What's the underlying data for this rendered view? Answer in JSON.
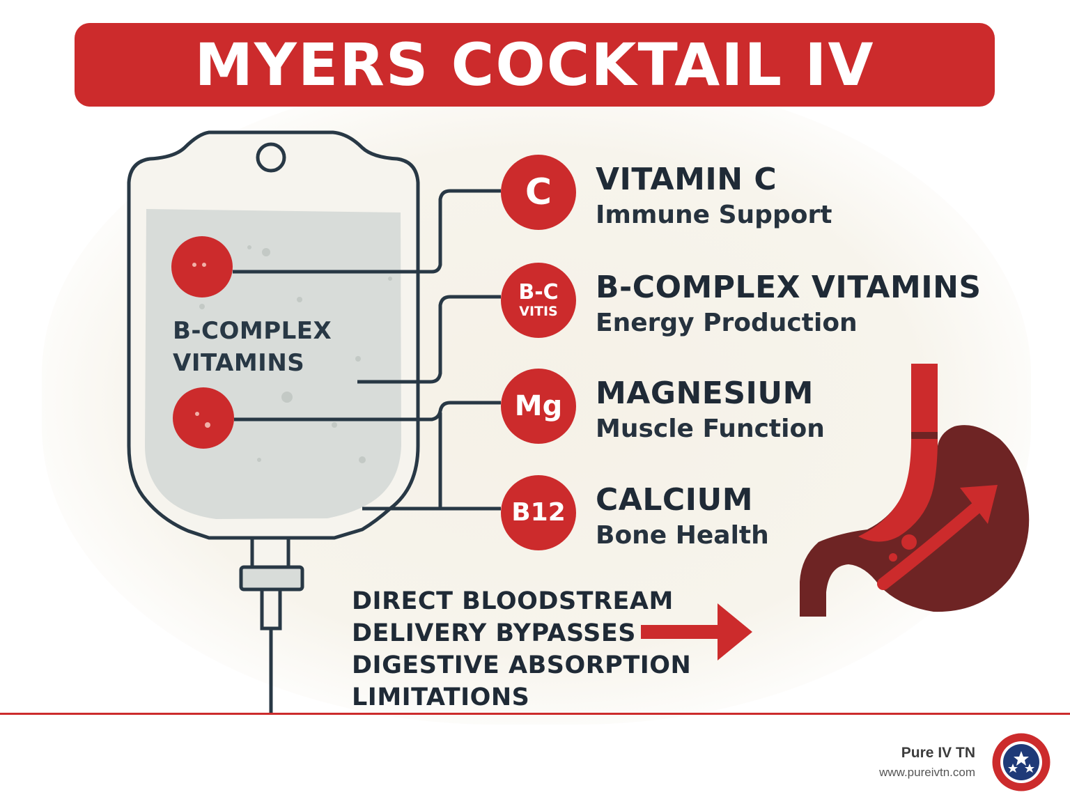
{
  "title": "MYERS COCKTAIL IV",
  "bag": {
    "label_line1": "B-COMPLEX",
    "label_line2": "VITAMINS"
  },
  "nutrients": [
    {
      "symbol": "C",
      "name": "VITAMIN C",
      "benefit": "Immune Support"
    },
    {
      "symbol_line1": "B-C",
      "symbol_line2": "VITIS",
      "name": "B-COMPLEX VITAMINS",
      "benefit": "Energy Production"
    },
    {
      "symbol": "Mg",
      "name": "MAGNESIUM",
      "benefit": "Muscle Function"
    },
    {
      "symbol": "B12",
      "name": "CALCIUM",
      "benefit": "Bone Health"
    }
  ],
  "delivery_text": [
    "DIRECT BLOODSTREAM",
    "DELIVERY BYPASSES",
    "DIGESTIVE ABSORPTION",
    "LIMITATIONS"
  ],
  "footer": {
    "brand": "Pure IV TN",
    "url": "www.pureivtn.com"
  },
  "colors": {
    "accent_red": "#cc2b2c",
    "dark_text": "#1f2a36",
    "stomach": "#6e2424",
    "fluid": "#d8dcd9"
  },
  "icons": [
    "iv-bag-icon",
    "stomach-icon",
    "arrow-right-icon",
    "tennessee-seal-icon"
  ]
}
